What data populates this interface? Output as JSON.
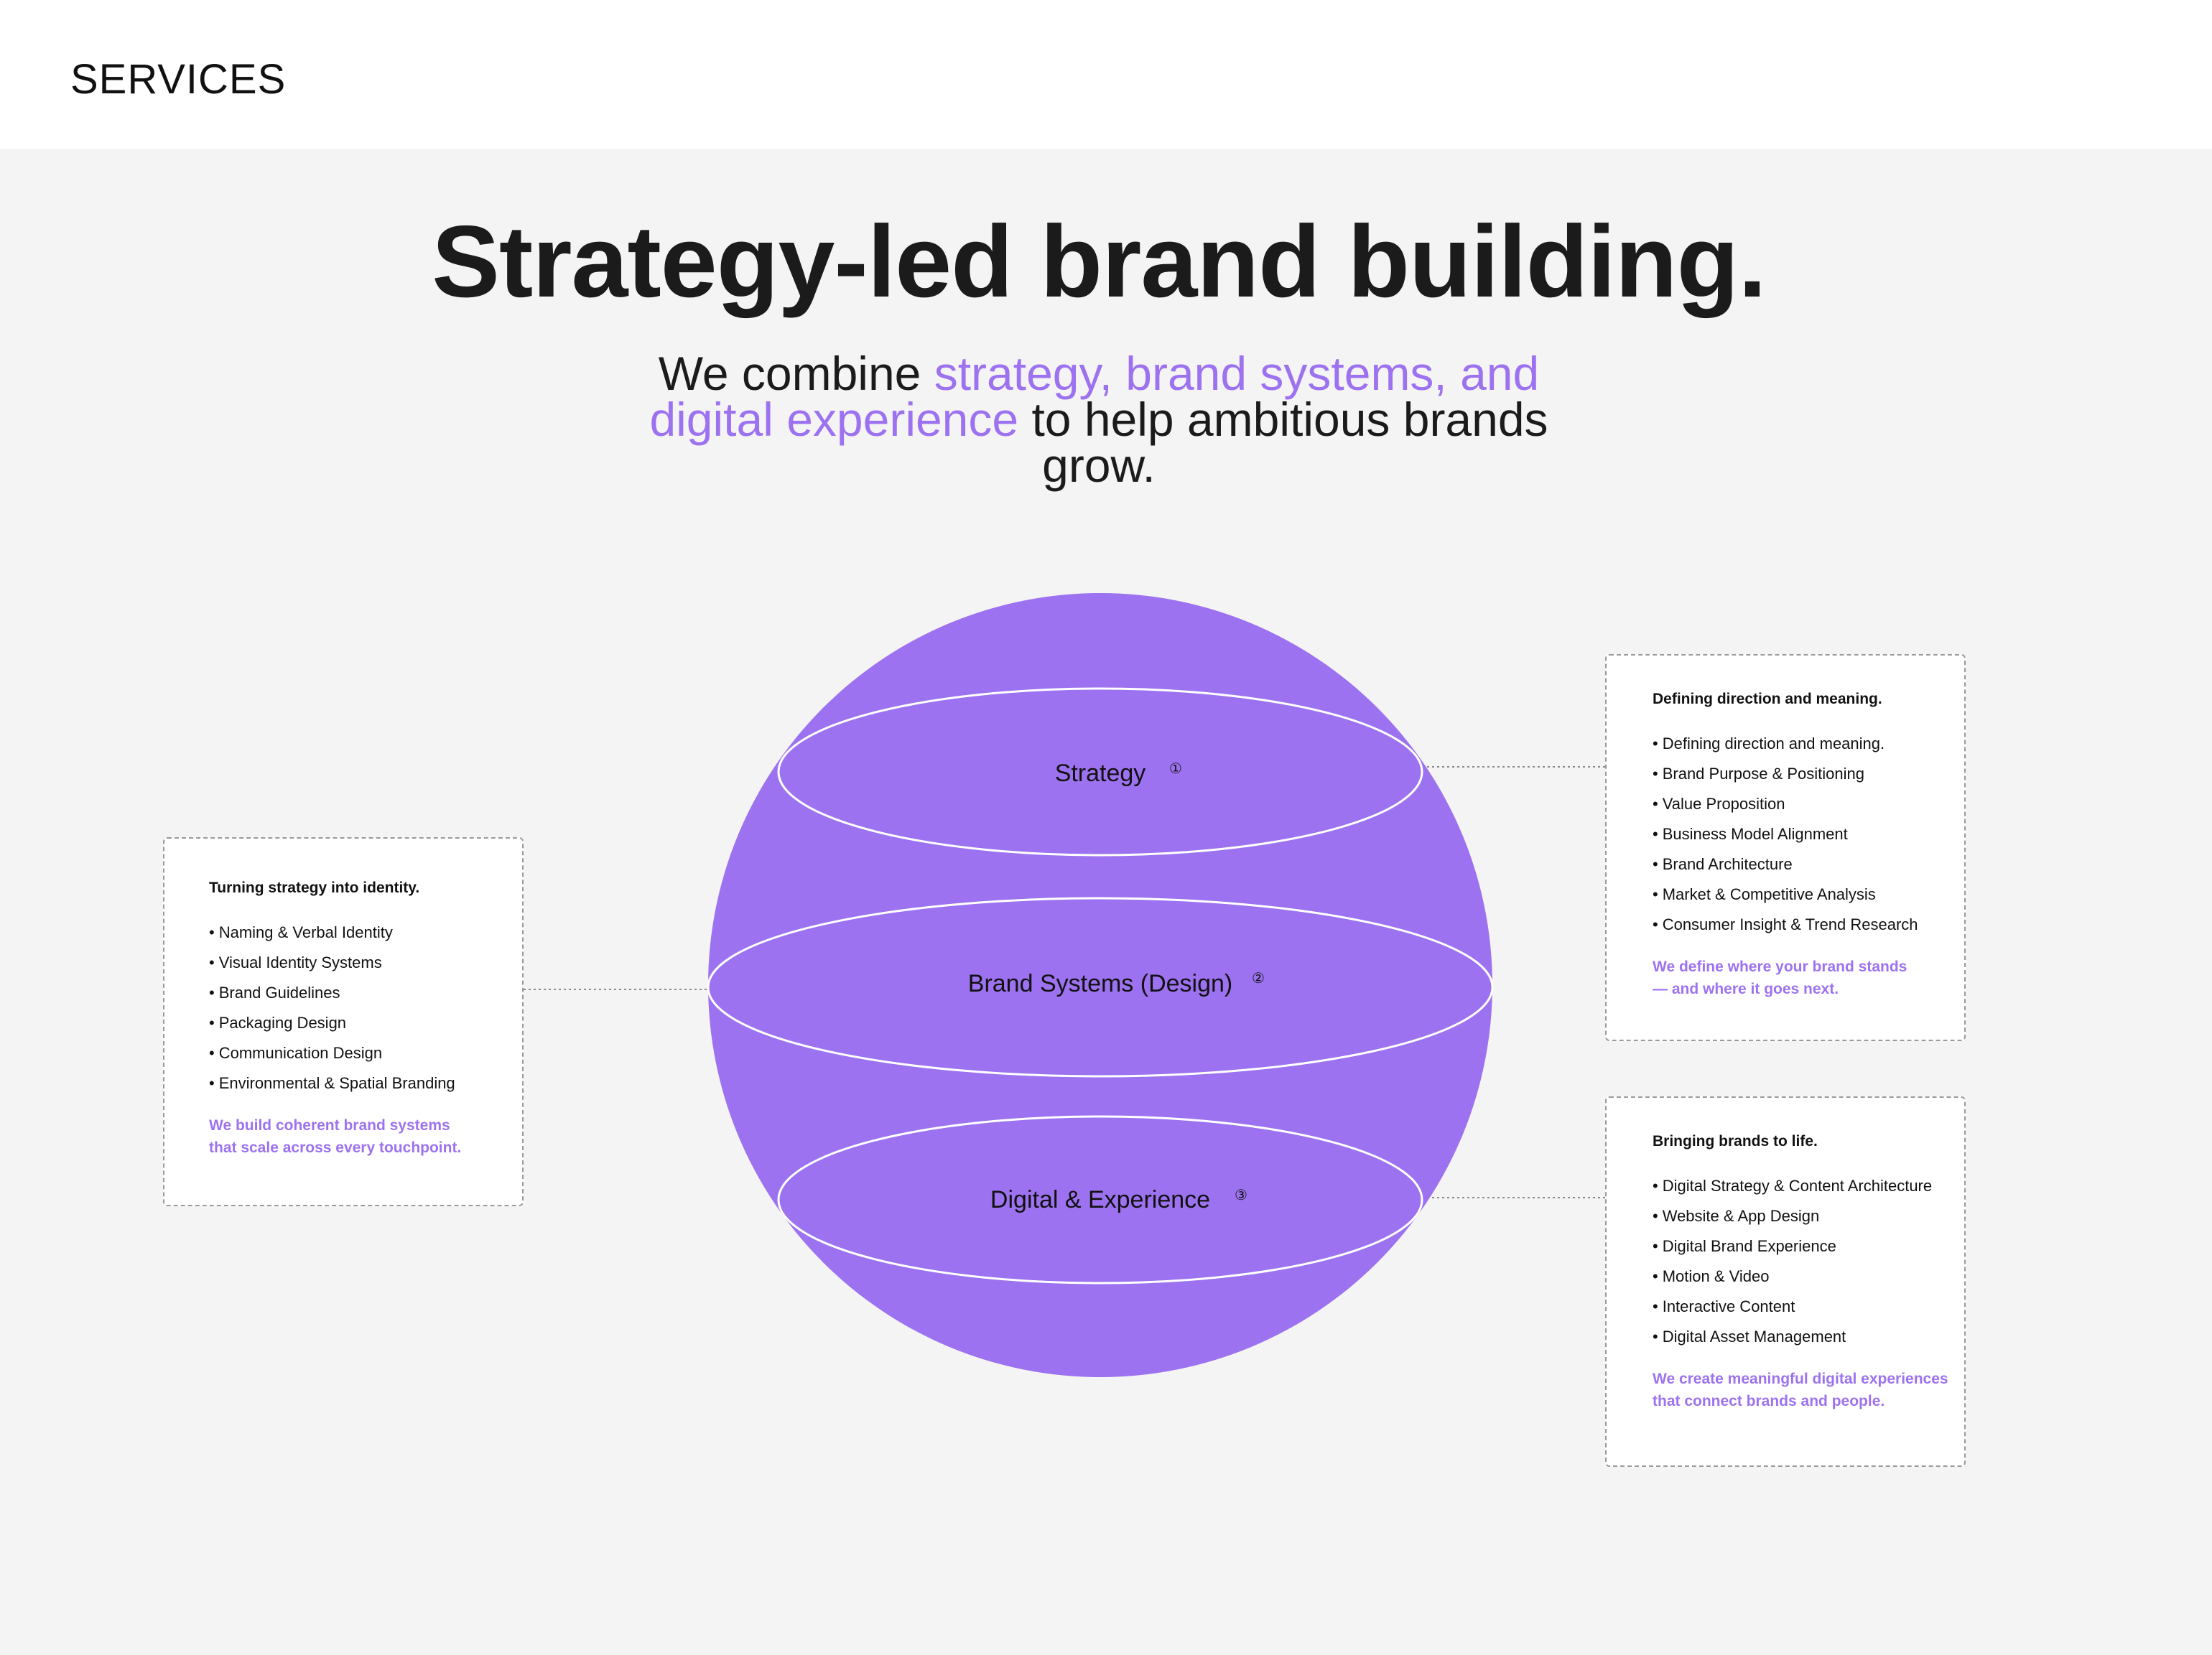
{
  "header": {
    "title": "SERVICES"
  },
  "hero": {
    "headline": "Strategy-led brand building.",
    "sub_before": "We combine ",
    "sub_accent": "strategy, brand systems, and digital experience",
    "sub_after": " to help ambitious brands grow."
  },
  "sphere": {
    "color": "#9d72f0",
    "layers": [
      {
        "label": "Strategy",
        "number": "①"
      },
      {
        "label": "Brand Systems (Design)",
        "number": "②"
      },
      {
        "label": "Digital & Experience",
        "number": "③"
      }
    ]
  },
  "cards": {
    "brand_systems": {
      "title": "Turning strategy into identity.",
      "items": [
        "Naming & Verbal Identity",
        "Visual Identity Systems",
        "Brand Guidelines",
        "Packaging Design",
        "Communication Design",
        "Environmental & Spatial Branding"
      ],
      "note": "We build coherent brand systems\nthat scale across every touchpoint."
    },
    "strategy": {
      "title": "Defining direction and meaning.",
      "items": [
        "Defining direction and meaning.",
        "Brand Purpose & Positioning",
        "Value Proposition",
        "Business Model Alignment",
        "Brand Architecture",
        "Market & Competitive Analysis",
        "Consumer Insight & Trend Research"
      ],
      "note": "We define where your brand stands\n— and where it goes next."
    },
    "digital": {
      "title": "Bringing brands to life.",
      "items": [
        "Digital Strategy & Content Architecture",
        "Website & App Design",
        "Digital Brand Experience",
        "Motion & Video",
        "Interactive Content",
        "Digital Asset Management"
      ],
      "note": "We create meaningful digital experiences\nthat connect brands and people."
    }
  }
}
